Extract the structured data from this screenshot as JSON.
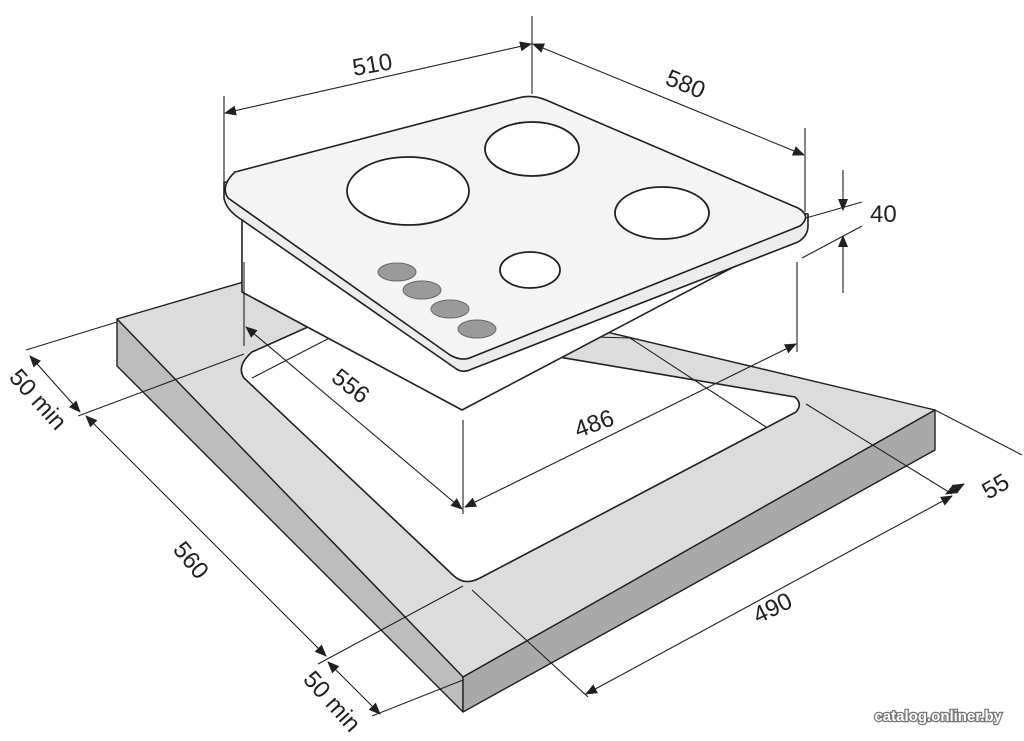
{
  "dimensions": {
    "hob_width": "510",
    "hob_depth": "580",
    "hob_height": "40",
    "cutout_depth": "556",
    "cutout_width": "486",
    "counter_margin_back": "55",
    "counter_depth": "560",
    "counter_width": "490",
    "min_clearance_left": "50 min",
    "min_clearance_front": "50 min"
  },
  "watermark": "catalog.onliner.by",
  "colors": {
    "line": "#231f20",
    "counter_top": "#dcdcdc",
    "counter_front": "#bdbdbd",
    "counter_side": "#a9a9a9",
    "hob_surface": "#f4f4f4",
    "knob": "#9a9a9a"
  },
  "hob": {
    "burners": 4,
    "knobs": 4
  }
}
